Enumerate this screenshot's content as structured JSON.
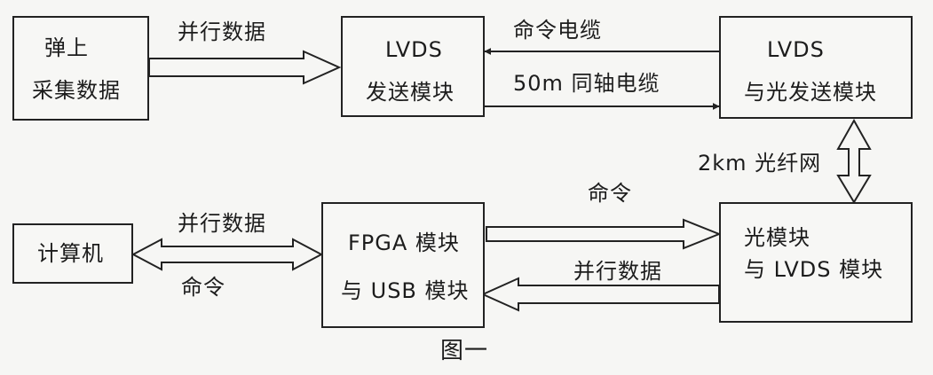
{
  "boxes": {
    "collect": {
      "line1": "弹上",
      "line2": "采集数据"
    },
    "lvds_tx": {
      "line1": "LVDS",
      "line2": "发送模块"
    },
    "lvds_opt": {
      "line1": "LVDS",
      "line2": "与光发送模块"
    },
    "computer": {
      "line1": "计算机"
    },
    "fpga_usb": {
      "line1": "FPGA 模块",
      "line2": "与 USB 模块"
    },
    "opt_lvds": {
      "line1": "光模块",
      "line2": "与 LVDS 模块"
    }
  },
  "labels": {
    "parallel_data_top": "并行数据",
    "command_cable": "命令电缆",
    "coax": "50m 同轴电缆",
    "fiber": "2km 光纤网",
    "command_mid": "命令",
    "parallel_data_left": "并行数据",
    "command_left": "命令",
    "parallel_data_bottom": "并行数据"
  },
  "caption": "图一"
}
